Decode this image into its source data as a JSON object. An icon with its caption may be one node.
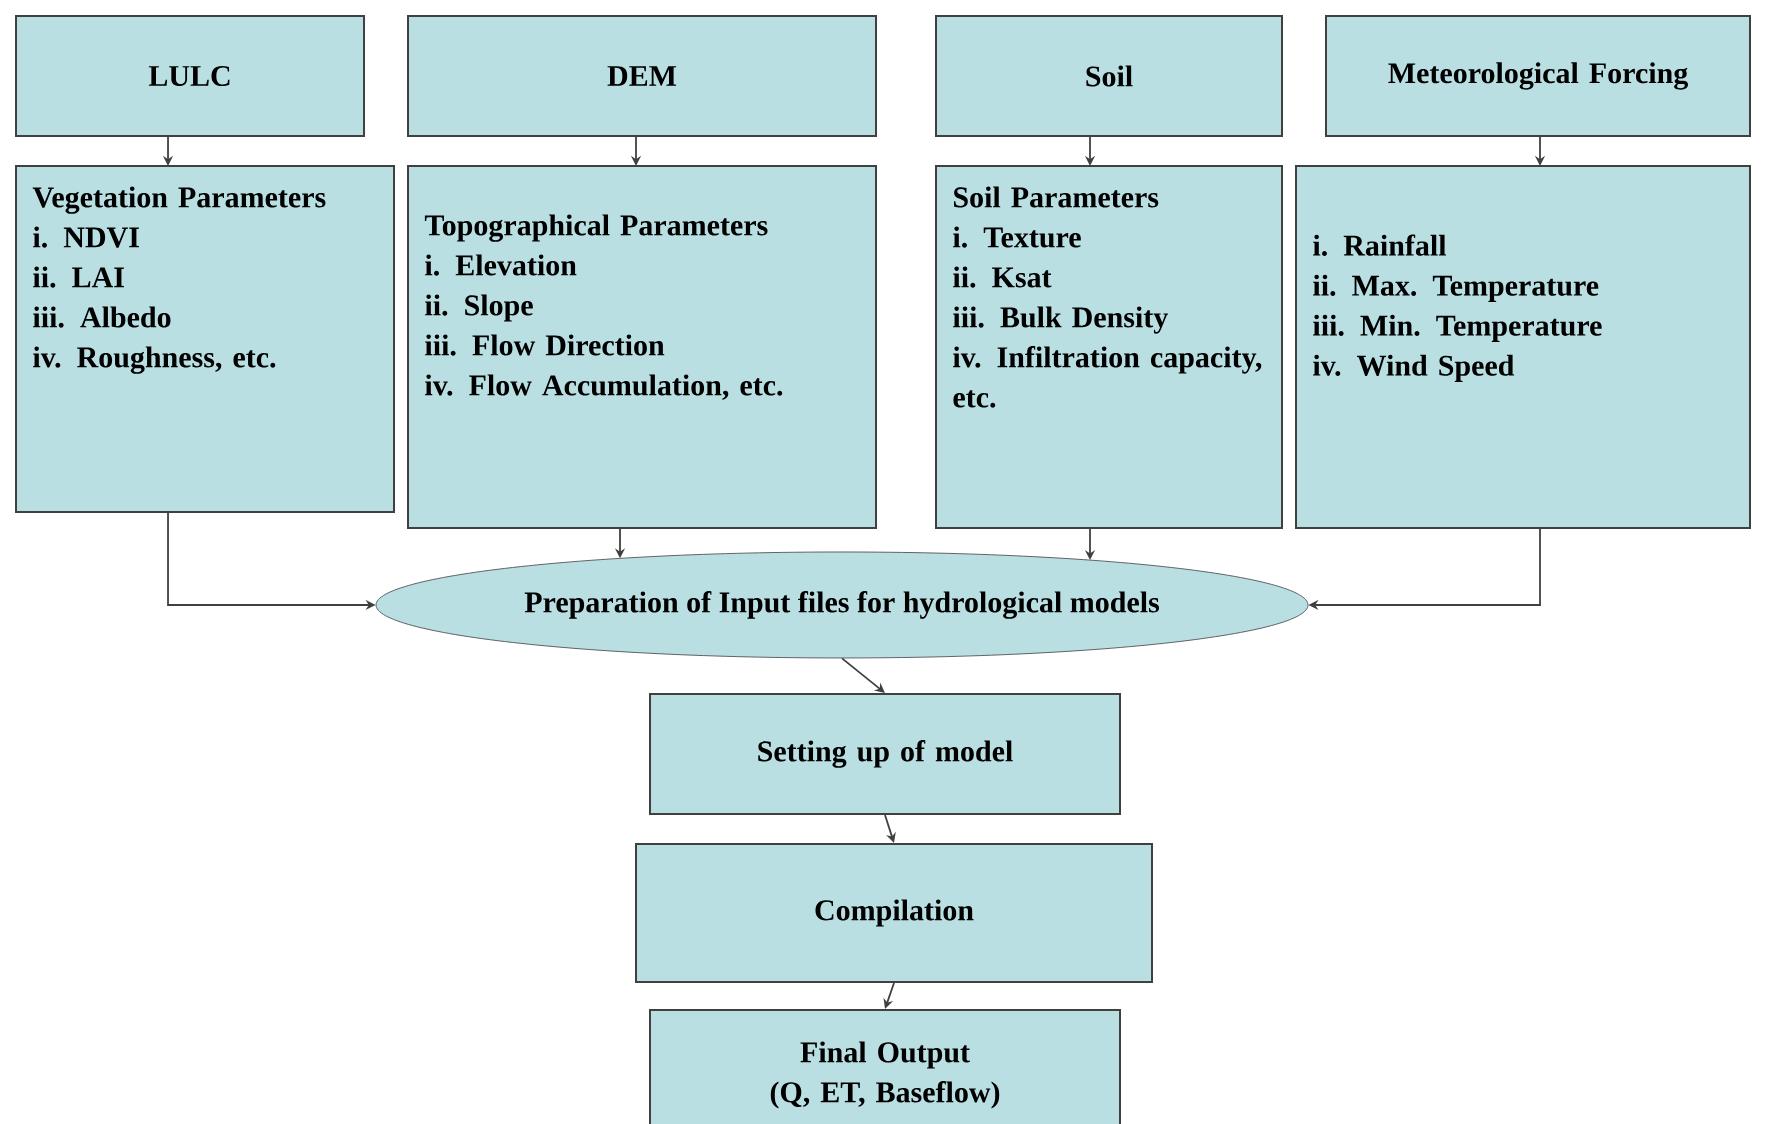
{
  "diagram": {
    "nodes": [
      {
        "text": [
          "LULC"
        ]
      },
      {
        "text": [
          "DEM"
        ]
      },
      {
        "text": [
          "Soil"
        ]
      },
      {
        "text": [
          "Meteorological Forcing"
        ]
      },
      {
        "text": [
          "Vegetation Parameters",
          "i. NDVI",
          "ii. LAI",
          "iii. Albedo",
          "iv. Roughness, etc."
        ]
      },
      {
        "text": [
          "Topographical Parameters",
          "i. Elevation",
          "ii. Slope",
          "iii. Flow Direction",
          "iv. Flow Accumulation, etc."
        ]
      },
      {
        "text": [
          "Soil Parameters",
          "i. Texture",
          "ii. Ksat",
          "iii. Bulk Density",
          "iv. Infiltration capacity, etc."
        ]
      },
      {
        "text": [
          "i. Rainfall",
          "ii. Max. Temperature",
          "iii. Min. Temperature",
          "iv. Wind Speed"
        ]
      },
      {
        "text": [
          "Preparation of Input files for hydrological models"
        ]
      },
      {
        "text": [
          "Setting up of model"
        ]
      },
      {
        "text": [
          "Compilation"
        ]
      },
      {
        "text": [
          "Final Output",
          "(Q, ET, Baseflow)"
        ]
      }
    ],
    "edges": [
      {
        "from": 0,
        "to": 4,
        "arrow": "to"
      },
      {
        "from": 1,
        "to": 5,
        "arrow": "to"
      },
      {
        "from": 2,
        "to": 6,
        "arrow": "to"
      },
      {
        "from": 3,
        "to": 7,
        "arrow": "to"
      },
      {
        "from": 4,
        "to": 8,
        "arrow": "to"
      },
      {
        "from": 5,
        "to": 8,
        "arrow": "to"
      },
      {
        "from": 6,
        "to": 8,
        "arrow": "to"
      },
      {
        "from": 7,
        "to": 8,
        "arrow": "to"
      },
      {
        "from": 8,
        "to": 9,
        "arrow": "to"
      },
      {
        "from": 9,
        "to": 10,
        "arrow": "to"
      },
      {
        "from": 10,
        "to": 11,
        "arrow": "to"
      }
    ]
  }
}
